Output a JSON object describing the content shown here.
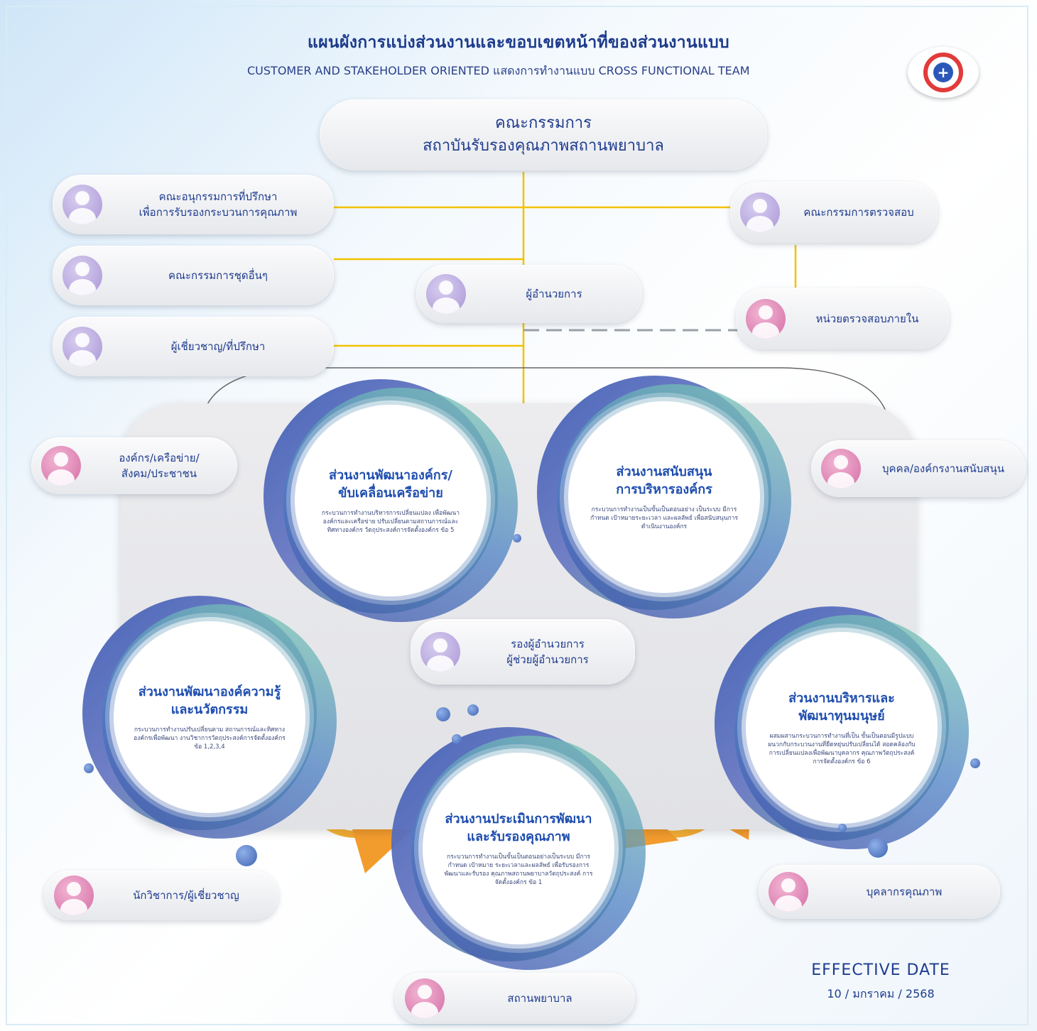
{
  "header": {
    "title": "แผนผังการแบ่งส่วนงานและขอบเขตหน้าที่ของส่วนงานแบบ",
    "subtitle": "CUSTOMER AND STAKEHOLDER ORIENTED แสดงการทำงานแบบ CROSS FUNCTIONAL TEAM"
  },
  "logo": {
    "icon": "hospital-accreditation-logo",
    "colors": [
      "#e23a3a",
      "#2b58b8"
    ]
  },
  "board": {
    "title": "คณะกรรมการ",
    "subtitle": "สถาบันรับรองคุณภาพสถานพยาบาล"
  },
  "left_committees": [
    {
      "line1": "คณะอนุกรรมการที่ปรึกษา",
      "line2": "เพื่อการรับรองกระบวนการคุณภาพ"
    },
    {
      "line1": "คณะกรรมการชุดอื่นๆ",
      "line2": ""
    },
    {
      "line1": "ผู้เชี่ยวชาญ/ที่ปรึกษา",
      "line2": ""
    }
  ],
  "audit": {
    "committee": "คณะกรรมการตรวจสอบ",
    "internal": "หน่วยตรวจสอบภายใน"
  },
  "director": "ผู้อำนวยการ",
  "deputy": {
    "line1": "รองผู้อำนวยการ",
    "line2": "ผู้ช่วยผู้อำนวยการ"
  },
  "stakeholders": {
    "network": {
      "line1": "องค์กร/เครือข่าย/",
      "line2": "สังคม/ประชาชน"
    },
    "support": "บุคคล/องค์กรงานสนับสนุน",
    "academics": "นักวิชาการ/ผู้เชี่ยวชาญ",
    "quality_staff": "บุคลากรคุณภาพ",
    "hospitals": "สถานพยาบาล"
  },
  "units": [
    {
      "title1": "ส่วนงานพัฒนาองค์กร/",
      "title2": "ขับเคลื่อนเครือข่าย",
      "desc": "กระบวนการทำงานบริหารการเปลี่ยนแปลง เพื่อพัฒนาองค์กรและเครือข่าย ปรับเปลี่ยนตามสถานการณ์และทิศทางองค์กร วัตถุประสงค์การจัดตั้งองค์กร ข้อ 5"
    },
    {
      "title1": "ส่วนงานสนับสนุน",
      "title2": "การบริหารองค์กร",
      "desc": "กระบวนการทำงานเป็นขั้นเป็นตอนอย่าง เป็นระบบ มีการกำหนด เป้าหมายระยะเวลา และผลลัพธ์ เพื่อสนับสนุนการ ดำเนินงานองค์กร"
    },
    {
      "title1": "ส่วนงานพัฒนาองค์ความรู้",
      "title2": "และนวัตกรรม",
      "desc": "กระบวนการทำงานปรับเปลี่ยนตาม สถานการณ์และทิศทางองค์กรเพื่อพัฒนา งานวิชาการวัตถุประสงค์การจัดตั้งองค์กร ข้อ 1,2,3,4"
    },
    {
      "title1": "ส่วนงานบริหารและ",
      "title2": "พัฒนาทุนมนุษย์",
      "desc": "ผสมผสานกระบวนการทำงานที่เป็น ขั้นเป็นตอนมีรูปแบบ ผนวกกับกระบวนงานที่ยืดหยุ่นปรับเปลี่ยนได้ สอดคล้องกับการเปลี่ยนแปลงเพื่อพัฒนาบุคลากร คุณภาพวัตถุประสงค์การจัดตั้งองค์กร ข้อ 6"
    },
    {
      "title1": "ส่วนงานประเมินการพัฒนา",
      "title2": "และรับรองคุณภาพ",
      "desc": "กระบวนการทำงานเป็นขั้นเป็นตอนอย่างเป็นระบบ มีการกำหนด เป้าหมาย ระยะเวลาและผลลัพธ์ เพื่อรับรองการพัฒนาและรับรอง คุณภาพสถานพยาบาลวัตถุประสงค์ การจัดตั้งองค์กร ข้อ 1"
    }
  ],
  "effective": {
    "label": "EFFECTIVE DATE",
    "date": "10 / มกราคม / 2568"
  },
  "colors": {
    "primary_text": "#1f3c8f",
    "connector": "#f2c200",
    "arrow": "#f5b53a",
    "unit_title": "#1f4eb0"
  }
}
